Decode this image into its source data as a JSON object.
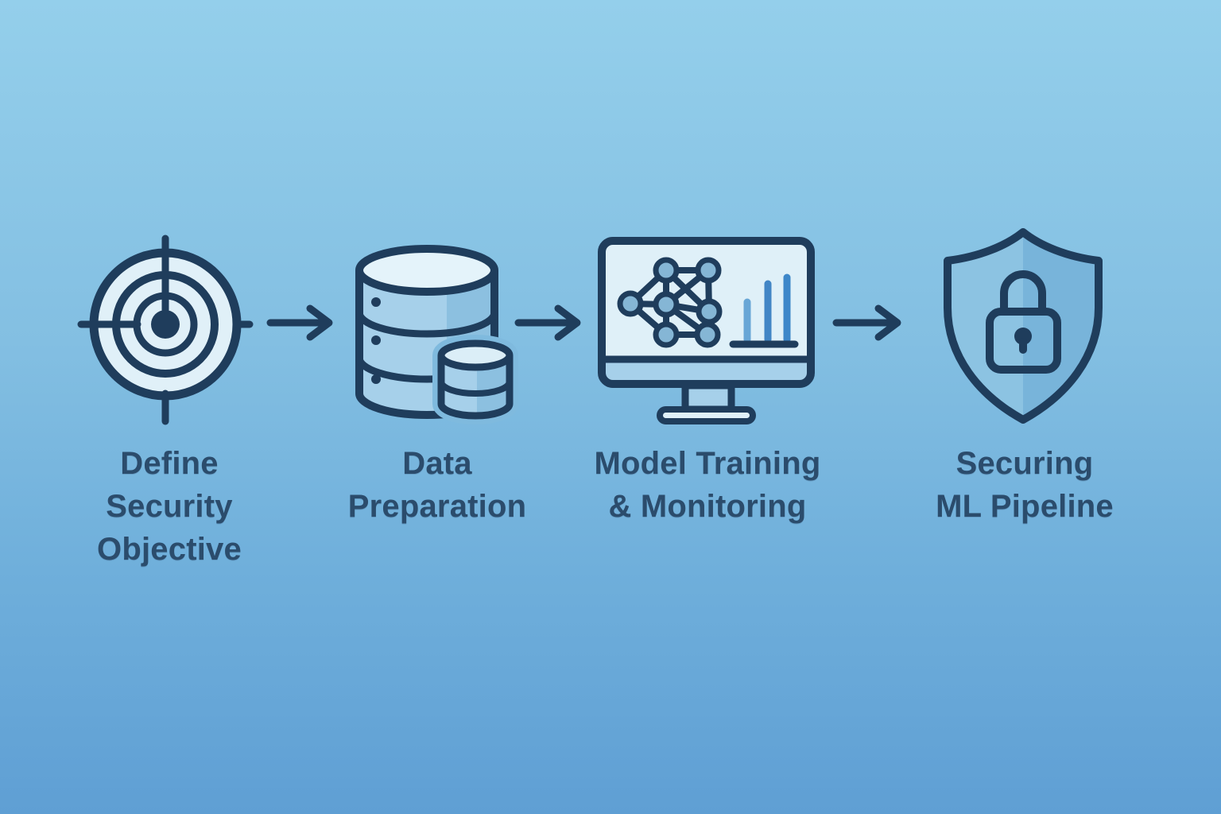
{
  "diagram": {
    "name": "ml-pipeline-security-flow",
    "stages": [
      {
        "icon": "target",
        "label": "Define\nSecurity\nObjective"
      },
      {
        "icon": "database",
        "label": "Data\nPreparation"
      },
      {
        "icon": "monitor-neural-network",
        "label": "Model Training\n& Monitoring"
      },
      {
        "icon": "shield-lock",
        "label": "Securing\nML Pipeline"
      }
    ],
    "connector": "right-arrow",
    "colors": {
      "background_top": "#94cfeb",
      "background_bottom": "#5f9fd4",
      "outline_navy": "#1f3d5c",
      "label_text": "#2b4c6c",
      "icon_fill_light": "#e0f0f8",
      "icon_fill_medium": "#a6d0ea",
      "icon_fill_shade": "#8cc0e0",
      "node_fill": "#85b6d5",
      "bar_blue": "#4286c5",
      "bar_blue_light": "#68a6d6",
      "shield_left": "#8cc3e2",
      "shield_right": "#78b4da"
    }
  }
}
